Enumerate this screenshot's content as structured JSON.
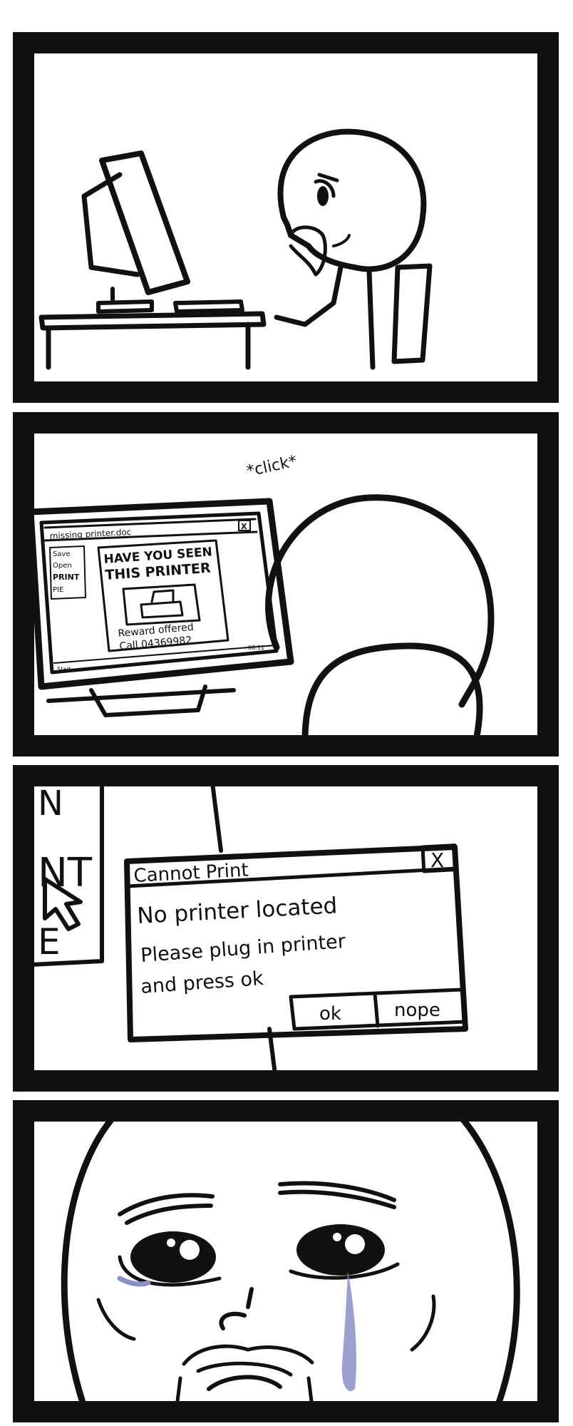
{
  "panel1": {},
  "panel2": {
    "sfx": "*click*",
    "window_title": "missing printer.doc",
    "close_glyph": "X",
    "menu": [
      "Save",
      "Open",
      "PRINT",
      "PIE"
    ],
    "poster": {
      "headline1": "HAVE YOU SEEN",
      "headline2": "THIS PRINTER",
      "reward": "Reward offered",
      "call": "Call 04369982"
    },
    "start": "Start",
    "tray": "08:11"
  },
  "panel3": {
    "menu_letters": [
      "N",
      "NT",
      "E"
    ],
    "dialog": {
      "title": "Cannot Print",
      "close_glyph": "X",
      "line1": "No printer located",
      "line2": "Please plug in printer",
      "line3": "and press ok",
      "ok_button": "ok",
      "nope_button": "nope"
    }
  },
  "panel4": {
    "tear_color": "#8a8fc8"
  }
}
